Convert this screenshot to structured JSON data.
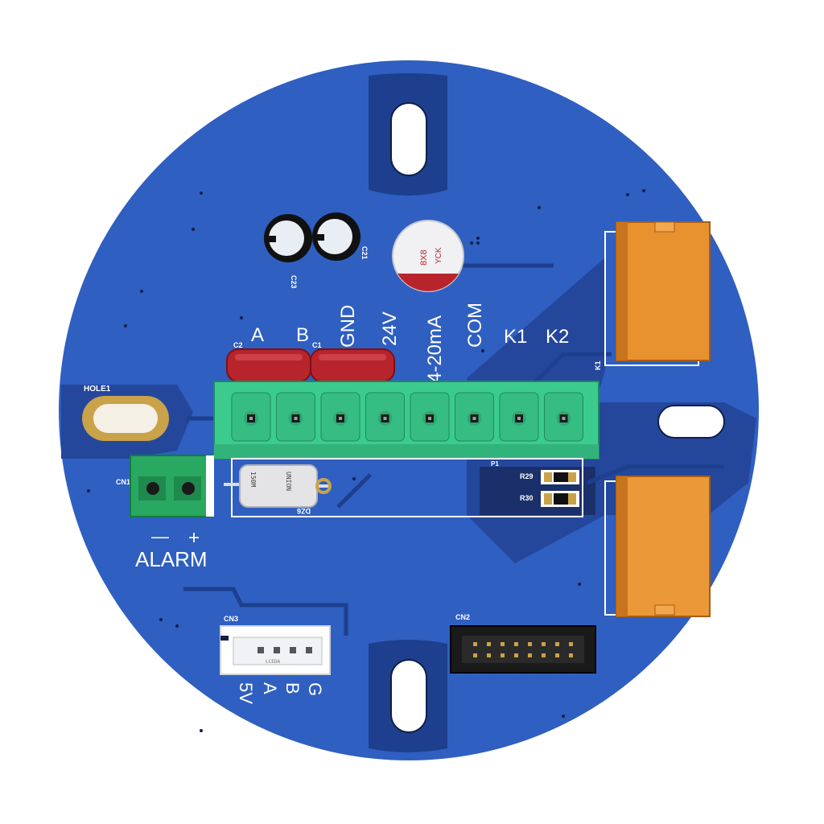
{
  "colors": {
    "background": "#ffffff",
    "pcb": "#2f5fc0",
    "pcb_dark": "#1d3f8e",
    "pad_region": "#1b2f6b",
    "silkscreen": "#ffffff",
    "terminal_green": "#3ccb8e",
    "relay_orange": "#e8912f",
    "capacitor_red": "#b8242c",
    "hole_ring": "#c9a24a"
  },
  "labels": {
    "terminal": [
      "A",
      "B",
      "GND",
      "24V",
      "4-20mA",
      "COM",
      "K1",
      "K2"
    ],
    "alarm_minus": "—",
    "alarm_plus": "+",
    "alarm_title": "ALARM",
    "cn3_pins": [
      "G",
      "B",
      "A",
      "5V"
    ]
  },
  "designators": {
    "hole1": "HOLE1",
    "c2": "C2",
    "c1": "C1",
    "c21": "C21",
    "c23": "C23",
    "cn1": "CN1",
    "cn2": "CN2",
    "cn3": "CN3",
    "k1": "K1",
    "r29": "R29",
    "r30": "R30",
    "p1": "P1",
    "dz6": "DZ6"
  },
  "markings": {
    "elcap_line1": "8X8",
    "elcap_line2": "YCK",
    "varistor_line1": "150M",
    "varistor_line2": "UNION",
    "cn3_body": "LCEDA"
  },
  "icons": {
    "mount_slot": "mounting-slot-icon",
    "terminal_screw": "terminal-screw-icon"
  }
}
